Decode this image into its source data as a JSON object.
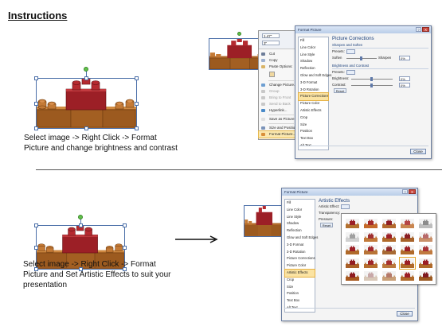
{
  "title": "Instructions",
  "step1": {
    "caption_line1": "Select image -> Right Click -> Format",
    "caption_line2": "Picture and change brightness and contrast"
  },
  "step2": {
    "caption_line1": "Select image -> Right Click -> Format",
    "caption_line2": "Picture and Set Artistic Effects to suit your",
    "caption_line3": "presentation"
  },
  "context_menu": {
    "size_height": "1.47\"",
    "size_width": "3\"",
    "items": [
      {
        "label": "Cut",
        "disabled": false
      },
      {
        "label": "Copy",
        "disabled": false
      },
      {
        "label": "Paste Options:",
        "disabled": false
      },
      {
        "label": "Change Picture...",
        "disabled": false
      },
      {
        "label": "Group",
        "disabled": true
      },
      {
        "label": "Bring to Front",
        "disabled": true
      },
      {
        "label": "Send to Back",
        "disabled": true
      },
      {
        "label": "Hyperlink...",
        "disabled": false
      },
      {
        "label": "Save as Picture...",
        "disabled": false
      },
      {
        "label": "Size and Position...",
        "disabled": false
      },
      {
        "label": "Format Picture...",
        "disabled": false
      }
    ]
  },
  "dialog1": {
    "title": "Format Picture",
    "help": "?",
    "close_x": "X",
    "nav": [
      "Fill",
      "Line Color",
      "Line Style",
      "Shadow",
      "Reflection",
      "Glow and Soft Edges",
      "3-D Format",
      "3-D Rotation",
      "Picture Corrections",
      "Picture Color",
      "Artistic Effects",
      "Crop",
      "Size",
      "Position",
      "Text Box",
      "Alt Text"
    ],
    "active_nav": "Picture Corrections",
    "section_title": "Picture Corrections",
    "sharpen_header": "Sharpen and Soften",
    "presets_label": "Presets:",
    "soften_label": "Soften",
    "sharpen_label": "Sharpen",
    "sharpen_value": "0%",
    "brightness_header": "Brightness and Contrast",
    "presets2_label": "Presets:",
    "brightness_label": "Brightness:",
    "brightness_value": "0%",
    "contrast_label": "Contrast:",
    "contrast_value": "0%",
    "reset_label": "Reset",
    "close_label": "Close"
  },
  "dialog2": {
    "title": "Format Picture",
    "help": "?",
    "close_x": "X",
    "nav": [
      "Fill",
      "Line Color",
      "Line Style",
      "Shadow",
      "Reflection",
      "Glow and Soft Edges",
      "3-D Format",
      "3-D Rotation",
      "Picture Corrections",
      "Picture Color",
      "Artistic Effects",
      "Crop",
      "Size",
      "Position",
      "Text Box",
      "Alt Text"
    ],
    "active_nav": "Artistic Effects",
    "section_title": "Artistic Effects",
    "effect_label": "Artistic Effect:",
    "transparency_label": "Transparency:",
    "pressure_label": "Pressure:",
    "reset_label": "Reset",
    "close_label": "Close"
  },
  "colors": {
    "brick_dark": "#8a5a1e",
    "brick_orange": "#c9782f",
    "brick_red": "#a3232a",
    "selection": "#4a6ea8",
    "highlight": "#fbe3a2",
    "accent_green": "#62c04a"
  }
}
